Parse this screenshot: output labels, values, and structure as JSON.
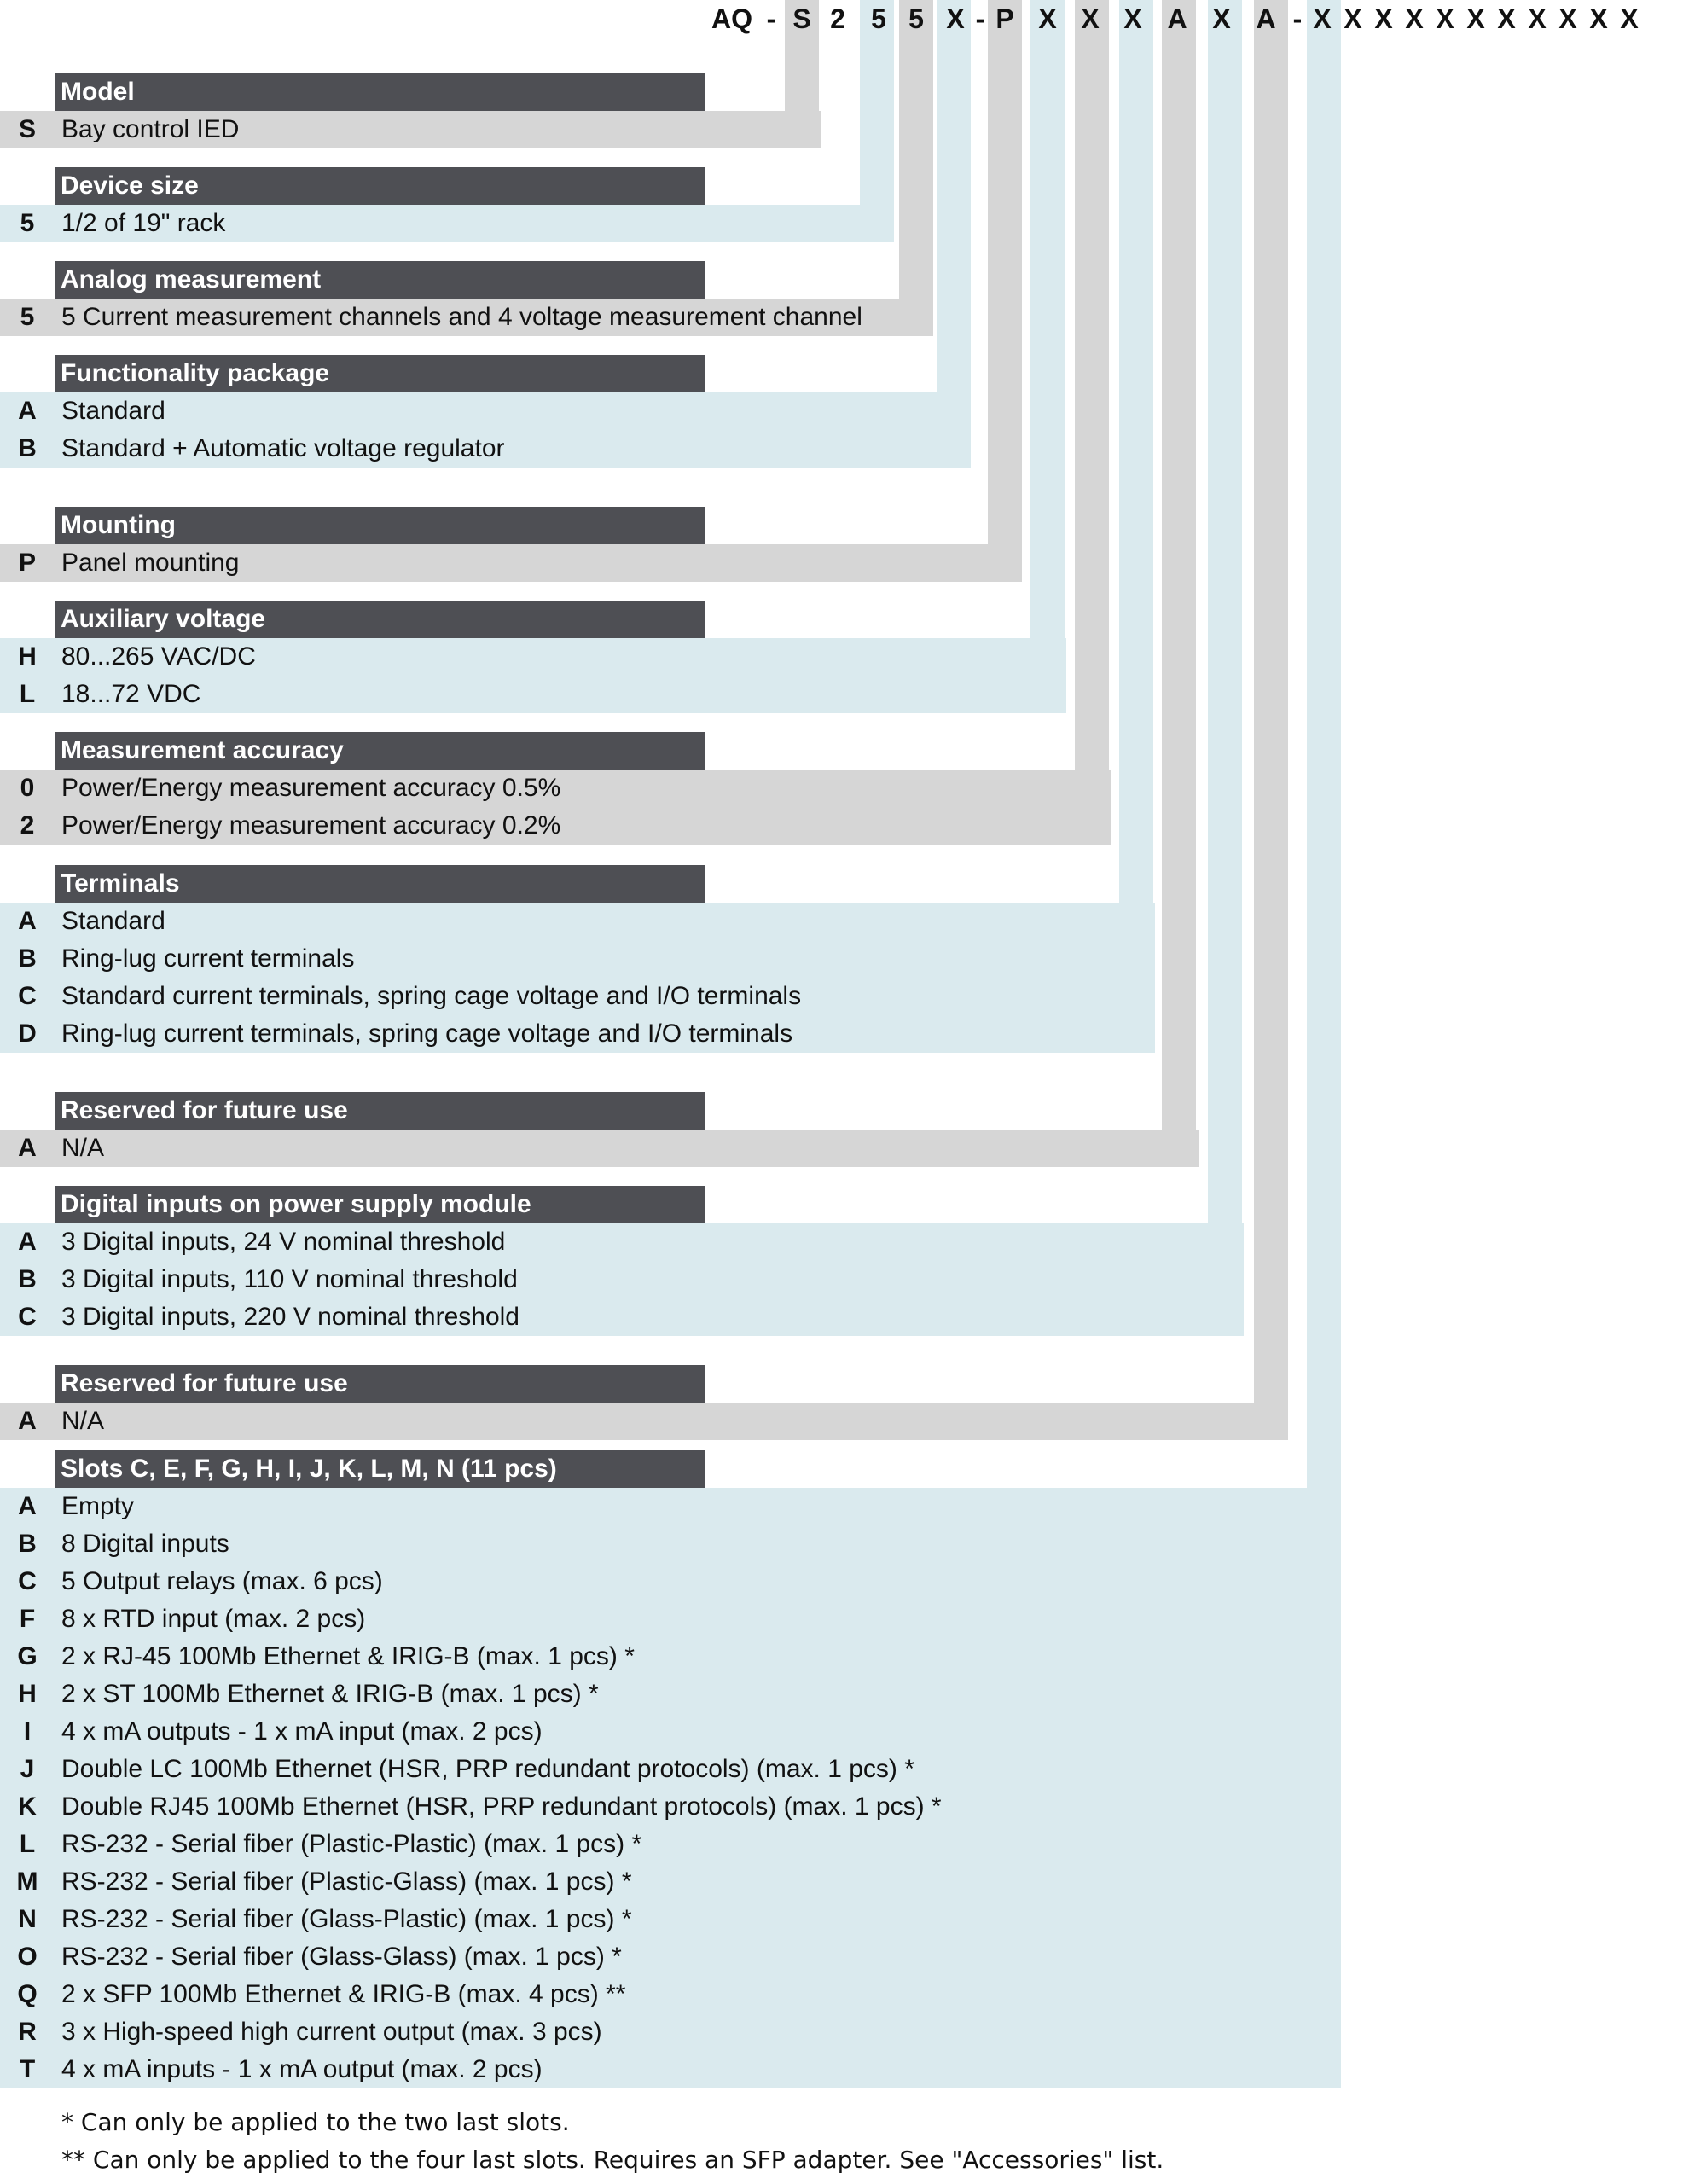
{
  "colors": {
    "header_bg": "#4e4f54",
    "grey": "#d6d6d6",
    "blue": "#daeaee",
    "text": "#111111"
  },
  "code_tokens": [
    "AQ",
    "-",
    "S",
    "2",
    "5",
    "5",
    "X",
    "-",
    "P",
    "X",
    "X",
    "X",
    "A",
    "X",
    "A",
    "-",
    "X",
    "X",
    "X",
    "X",
    "X",
    "X",
    "X",
    "X",
    "X",
    "X",
    "X"
  ],
  "sections": [
    {
      "title": "Model",
      "rows": [
        {
          "code": "S",
          "desc": "Bay control IED"
        }
      ]
    },
    {
      "title": "Device size",
      "rows": [
        {
          "code": "5",
          "desc": "1/2 of 19\" rack"
        }
      ]
    },
    {
      "title": "Analog measurement",
      "rows": [
        {
          "code": "5",
          "desc": "5 Current measurement channels and 4 voltage measurement channel"
        }
      ]
    },
    {
      "title": "Functionality package",
      "rows": [
        {
          "code": "A",
          "desc": "Standard"
        },
        {
          "code": "B",
          "desc": "Standard + Automatic voltage regulator"
        }
      ]
    },
    {
      "title": "Mounting",
      "rows": [
        {
          "code": "P",
          "desc": "Panel mounting"
        }
      ]
    },
    {
      "title": "Auxiliary voltage",
      "rows": [
        {
          "code": "H",
          "desc": "80...265 VAC/DC"
        },
        {
          "code": "L",
          "desc": "18...72 VDC"
        }
      ]
    },
    {
      "title": "Measurement accuracy",
      "rows": [
        {
          "code": "0",
          "desc": "Power/Energy measurement accuracy 0.5%"
        },
        {
          "code": "2",
          "desc": "Power/Energy measurement accuracy 0.2%"
        }
      ]
    },
    {
      "title": "Terminals",
      "rows": [
        {
          "code": "A",
          "desc": "Standard"
        },
        {
          "code": "B",
          "desc": "Ring-lug current terminals"
        },
        {
          "code": "C",
          "desc": "Standard current terminals, spring cage voltage and I/O terminals"
        },
        {
          "code": "D",
          "desc": "Ring-lug current terminals, spring cage voltage and I/O terminals"
        }
      ]
    },
    {
      "title": "Reserved for future use",
      "rows": [
        {
          "code": "A",
          "desc": "N/A"
        }
      ]
    },
    {
      "title": "Digital inputs on power supply module",
      "rows": [
        {
          "code": "A",
          "desc": "3 Digital inputs, 24 V nominal threshold"
        },
        {
          "code": "B",
          "desc": "3 Digital inputs, 110 V nominal threshold"
        },
        {
          "code": "C",
          "desc": "3 Digital inputs, 220 V nominal threshold"
        }
      ]
    },
    {
      "title": "Reserved for future use",
      "rows": [
        {
          "code": "A",
          "desc": "N/A"
        }
      ]
    },
    {
      "title": "Slots C, E, F, G, H, I, J, K, L, M, N (11 pcs)",
      "rows": [
        {
          "code": "A",
          "desc": "Empty"
        },
        {
          "code": "B",
          "desc": "8 Digital inputs"
        },
        {
          "code": "C",
          "desc": "5 Output relays (max. 6 pcs)"
        },
        {
          "code": "F",
          "desc": "8 x RTD input (max. 2 pcs)"
        },
        {
          "code": "G",
          "desc": "2 x RJ-45 100Mb Ethernet & IRIG-B (max. 1 pcs) *"
        },
        {
          "code": "H",
          "desc": "2 x ST 100Mb Ethernet & IRIG-B (max. 1 pcs) *"
        },
        {
          "code": "I",
          "desc": "4 x mA outputs - 1 x mA input (max. 2 pcs)"
        },
        {
          "code": "J",
          "desc": "Double LC 100Mb Ethernet (HSR, PRP redundant protocols) (max. 1 pcs) *"
        },
        {
          "code": "K",
          "desc": "Double RJ45 100Mb Ethernet (HSR, PRP redundant protocols) (max. 1 pcs) *"
        },
        {
          "code": "L",
          "desc": "RS-232 - Serial fiber (Plastic-Plastic) (max. 1 pcs) *"
        },
        {
          "code": "M",
          "desc": "RS-232 - Serial fiber (Plastic-Glass) (max. 1 pcs) *"
        },
        {
          "code": "N",
          "desc": "RS-232 - Serial fiber (Glass-Plastic) (max. 1 pcs) *"
        },
        {
          "code": "O",
          "desc": "RS-232 - Serial fiber (Glass-Glass) (max. 1 pcs) *"
        },
        {
          "code": "Q",
          "desc": "2 x SFP 100Mb Ethernet & IRIG-B (max. 4 pcs) **"
        },
        {
          "code": "R",
          "desc": "3 x High-speed high current output (max. 3 pcs)"
        },
        {
          "code": "T",
          "desc": "4 x mA inputs - 1 x mA output (max. 2 pcs)"
        }
      ]
    }
  ],
  "notes": [
    "* Can only be applied to the two last slots.",
    "** Can only be applied to the four last slots. Requires an SFP adapter. See \"Accessories\" list."
  ]
}
